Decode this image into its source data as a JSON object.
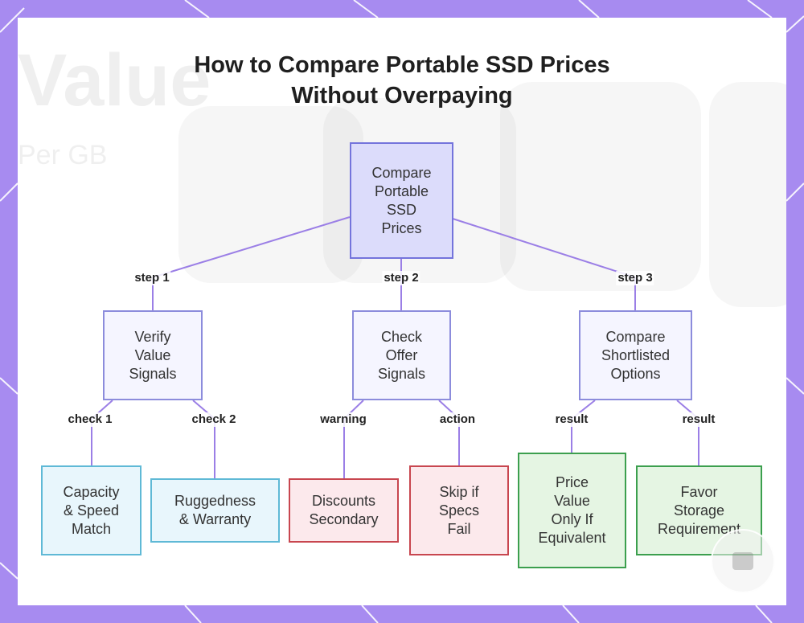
{
  "title": {
    "line1": "How to Compare Portable SSD Prices",
    "line2": "Without Overpaying"
  },
  "background": {
    "ghost_heading": "Value",
    "ghost_sub": "Per GB"
  },
  "nodes": {
    "root": [
      "Compare",
      "Portable",
      "SSD",
      "Prices"
    ],
    "verify": [
      "Verify",
      "Value",
      "Signals"
    ],
    "check_offer": [
      "Check",
      "Offer",
      "Signals"
    ],
    "compare_shortlisted": [
      "Compare",
      "Shortlisted",
      "Options"
    ],
    "capacity": [
      "Capacity",
      "& Speed",
      "Match"
    ],
    "ruggedness": [
      "Ruggedness",
      "& Warranty"
    ],
    "discounts": [
      "Discounts",
      "Secondary"
    ],
    "skip": [
      "Skip if",
      "Specs",
      "Fail"
    ],
    "price_value": [
      "Price",
      "Value",
      "Only If",
      "Equivalent"
    ],
    "favor_storage": [
      "Favor",
      "Storage",
      "Requirement"
    ]
  },
  "edge_labels": {
    "step1": "step 1",
    "step2": "step 2",
    "step3": "step 3",
    "check1": "check 1",
    "check2": "check 2",
    "warning": "warning",
    "action": "action",
    "result_a": "result",
    "result_b": "result"
  },
  "colors": {
    "frame": "#a78bf0",
    "edge": "#9b7fe6",
    "root_fill": "#dcdcfb",
    "leaf_blue": "#5fb9d6",
    "leaf_red": "#c8464f",
    "leaf_green": "#3c9f4e"
  }
}
